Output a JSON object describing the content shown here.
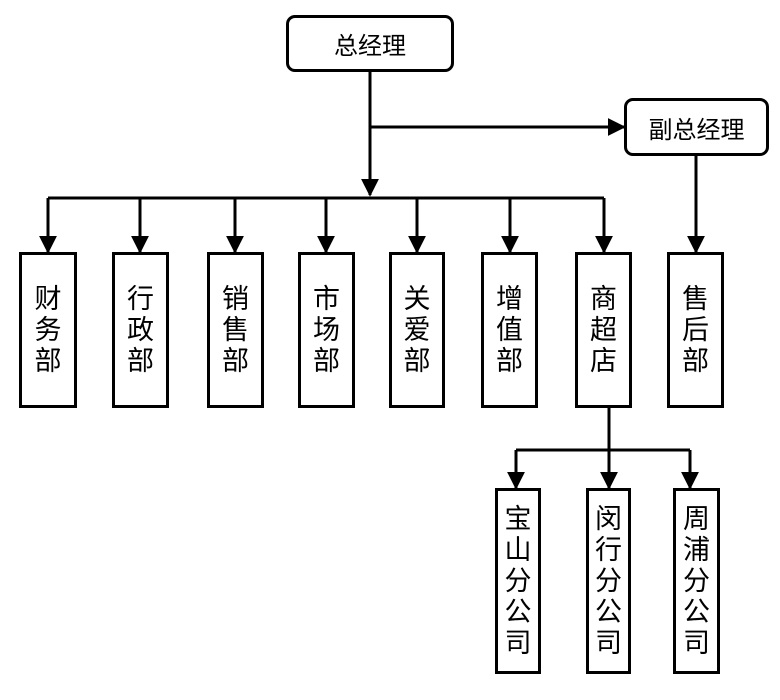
{
  "chart_data": {
    "type": "org-chart",
    "nodes": {
      "gm": "总经理",
      "dgm": "副总经理",
      "finance": "财务部",
      "admin": "行政部",
      "sales": "销售部",
      "market": "市场部",
      "care": "关爱部",
      "value_added": "增值部",
      "supermarket": "商超店",
      "after_sales": "售后部",
      "baoshan": "宝山分公司",
      "minhang": "闵行分公司",
      "zhoupu": "周浦分公司"
    },
    "edges": [
      [
        "gm",
        "dgm"
      ],
      [
        "gm",
        "finance"
      ],
      [
        "gm",
        "admin"
      ],
      [
        "gm",
        "sales"
      ],
      [
        "gm",
        "market"
      ],
      [
        "gm",
        "care"
      ],
      [
        "gm",
        "value_added"
      ],
      [
        "gm",
        "supermarket"
      ],
      [
        "dgm",
        "after_sales"
      ],
      [
        "supermarket",
        "baoshan"
      ],
      [
        "supermarket",
        "minhang"
      ],
      [
        "supermarket",
        "zhoupu"
      ]
    ]
  },
  "style": {
    "line_color": "#000000",
    "box_fill": "#ffffff"
  }
}
